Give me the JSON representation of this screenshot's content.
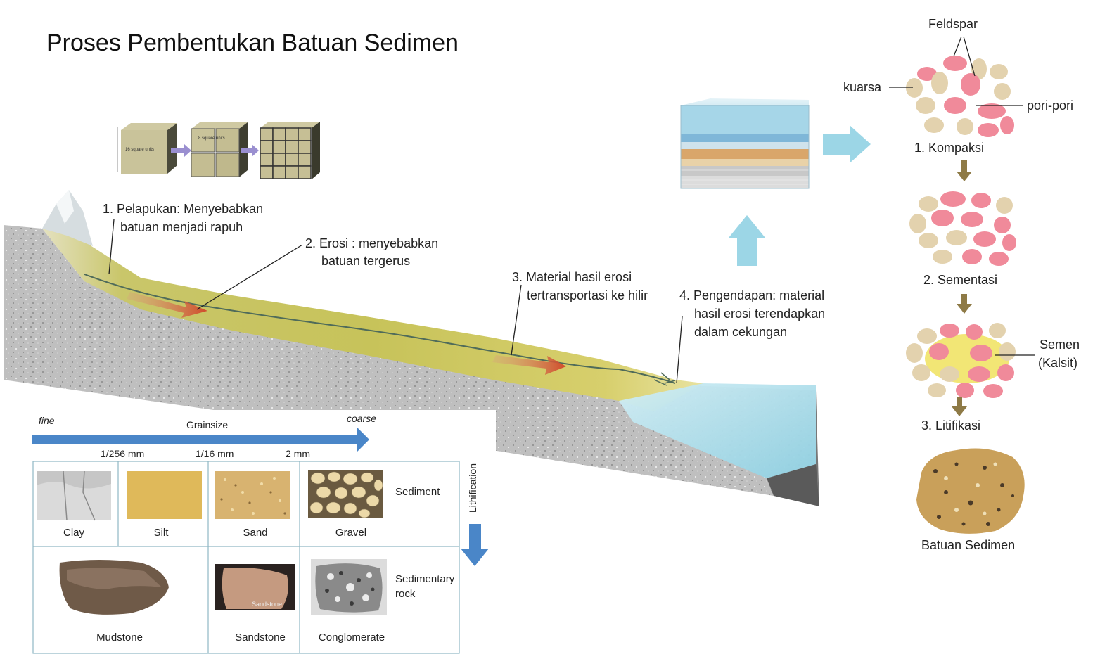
{
  "title": "Proses Pembentukan Batuan Sedimen",
  "steps": {
    "s1_line1": "1.  Pelapukan: Menyebabkan",
    "s1_line2": "batuan menjadi rapuh",
    "s2_line1": "2. Erosi : menyebabkan",
    "s2_line2": "batuan tergerus",
    "s3_line1": "3. Material hasil erosi",
    "s3_line2": "tertransportasi ke hilir",
    "s4_line1": "4. Pengendapan: material",
    "s4_line2": "hasil erosi terendapkan",
    "s4_line3": "dalam cekungan"
  },
  "cube_labels": {
    "c1": "16 square units",
    "c2": "8 square units"
  },
  "lithification": {
    "feldspar": "Feldspar",
    "kuarsa": "kuarsa",
    "pori": "pori-pori",
    "step1": "1. Kompaksi",
    "step2": "2. Sementasi",
    "semen_line1": "Semen",
    "semen_line2": "(Kalsit)",
    "step3": "3.  Litifikasi",
    "result": "Batuan Sedimen"
  },
  "grainsize": {
    "fine": "fine",
    "title": "Grainsize",
    "coarse": "coarse",
    "b1": "1/256 mm",
    "b2": "1/16 mm",
    "b3": "2 mm",
    "lithification_label": "Lithification",
    "sediments": [
      "Clay",
      "Silt",
      "Sand",
      "Gravel"
    ],
    "sediment_label": "Sediment",
    "rocks": [
      "Mudstone",
      "Sandstone",
      "Conglomerate"
    ],
    "rock_label_line1": "Sedimentary",
    "rock_label_line2": "rock",
    "sandstone_watermark": "Sandstone"
  },
  "colors": {
    "arrow_blue": "#4a86c8",
    "light_arrow": "#9cd6e6",
    "feldspar_pink": "#f08a9a",
    "quartz_beige": "#e3d2ae",
    "brown_arrow": "#8e7a46",
    "water": "#a8dcea"
  }
}
